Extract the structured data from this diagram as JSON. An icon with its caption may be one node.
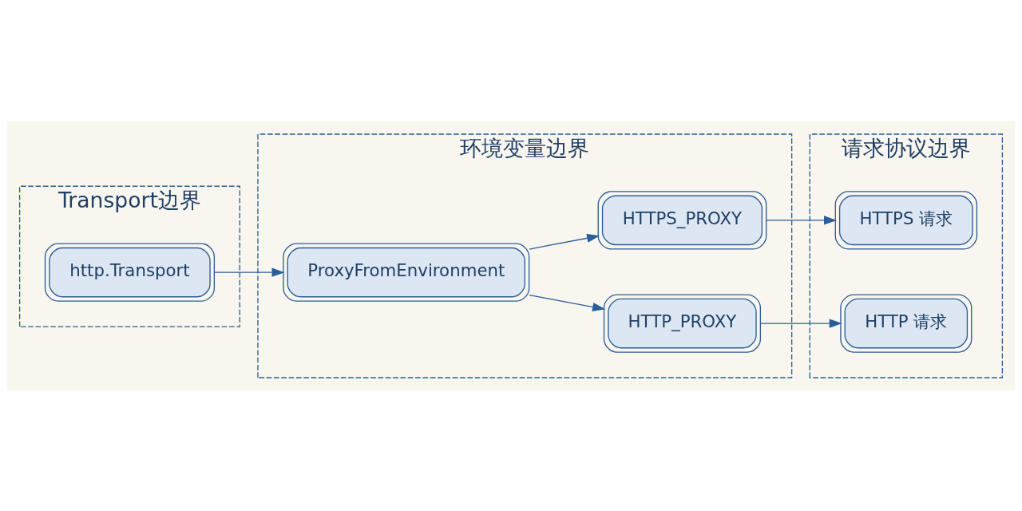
{
  "diagram": {
    "nodes": [
      {
        "text": [
          "Transport边界"
        ]
      },
      {
        "text": [
          "http.Transport"
        ],
        "in": 0
      },
      {
        "text": [
          "环境变量边界"
        ]
      },
      {
        "text": [
          "ProxyFromEnvironment"
        ],
        "in": 2
      },
      {
        "text": [
          "HTTP_PROXY"
        ],
        "in": 2
      },
      {
        "text": [
          "HTTPS_PROXY"
        ],
        "in": 2
      },
      {
        "text": [
          "请求协议边界"
        ]
      },
      {
        "text": [
          "HTTP 请求"
        ],
        "in": 6
      },
      {
        "text": [
          "HTTPS 请求"
        ],
        "in": 6
      }
    ],
    "edges": [
      {
        "from": 1,
        "to": 3,
        "arrow": "to"
      },
      {
        "from": 3,
        "to": 4,
        "arrow": "to"
      },
      {
        "from": 3,
        "to": 5,
        "arrow": "to"
      },
      {
        "from": 4,
        "to": 7,
        "arrow": "to"
      },
      {
        "from": 5,
        "to": 8,
        "arrow": "to"
      }
    ]
  }
}
